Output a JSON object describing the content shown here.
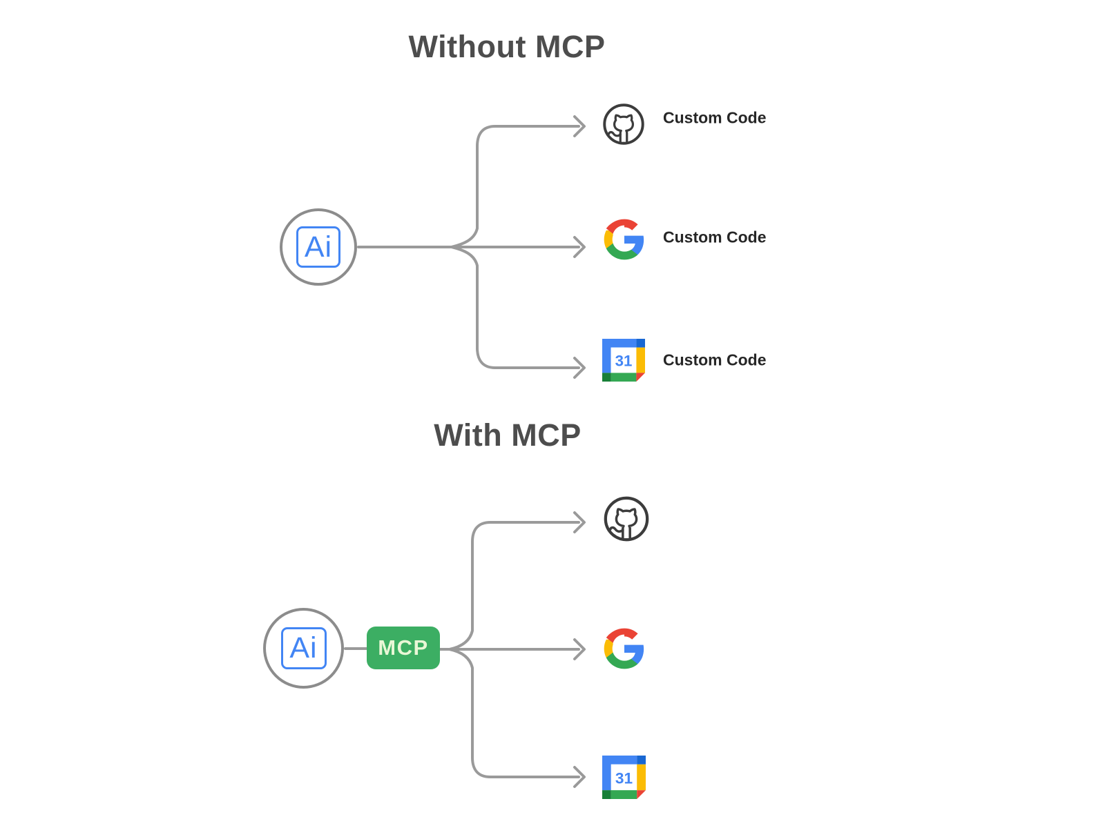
{
  "diagram_without": {
    "title": "Without MCP",
    "source": {
      "icon": "ai-icon",
      "label": "Ai"
    },
    "targets": [
      {
        "icon": "github-icon",
        "label": "Custom Code"
      },
      {
        "icon": "google-icon",
        "label": "Custom Code"
      },
      {
        "icon": "google-calendar-icon",
        "label": "Custom Code"
      }
    ]
  },
  "diagram_with": {
    "title": "With MCP",
    "source": {
      "icon": "ai-icon",
      "label": "Ai"
    },
    "middleware": {
      "label": "MCP"
    },
    "targets": [
      {
        "icon": "github-icon"
      },
      {
        "icon": "google-icon"
      },
      {
        "icon": "google-calendar-icon"
      }
    ]
  },
  "icons": {
    "calendar_day": "31"
  },
  "colors": {
    "line": "#9a9a9a",
    "node_stroke": "#8c8c8c",
    "ai_blue": "#4285F4",
    "title": "#4d4d4d",
    "label": "#262626",
    "github": "#3c3c3c",
    "mcp_green": "#3cae63",
    "mcp_text": "#e9f7d6",
    "google_blue": "#4285F4",
    "google_green": "#34A853",
    "google_yellow": "#FBBC05",
    "google_red": "#EA4335",
    "calendar_blue": "#4285F4",
    "calendar_dark_blue": "#1967D2",
    "calendar_yellow": "#FBBC04",
    "calendar_green": "#34A853",
    "calendar_dark_green": "#188038",
    "calendar_red": "#EA4335"
  }
}
